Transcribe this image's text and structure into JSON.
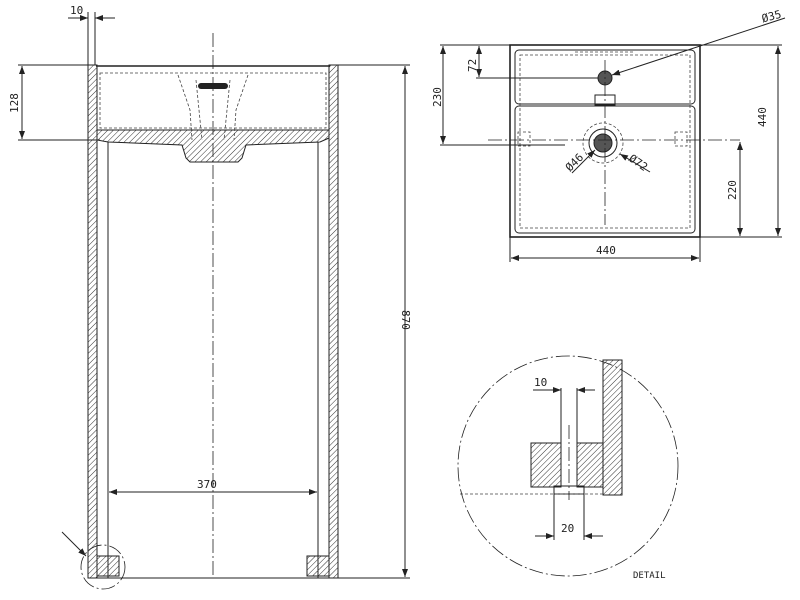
{
  "front_view": {
    "dim_wall": "10",
    "dim_bowl_depth": "128",
    "dim_height": "870",
    "dim_leg_spacing": "370"
  },
  "top_view": {
    "dim_overflow_dia": "Ø35",
    "dim_overflow_offset": "72",
    "dim_drain_offset": "230",
    "dim_depth": "440",
    "dim_drain_from_back": "220",
    "dim_width": "440",
    "dim_drain_dia": "Ø46",
    "dim_drain_outer_dia": "Ø72"
  },
  "detail_view": {
    "dim_hole": "10",
    "dim_counterbore": "20",
    "label": "DETAIL"
  }
}
